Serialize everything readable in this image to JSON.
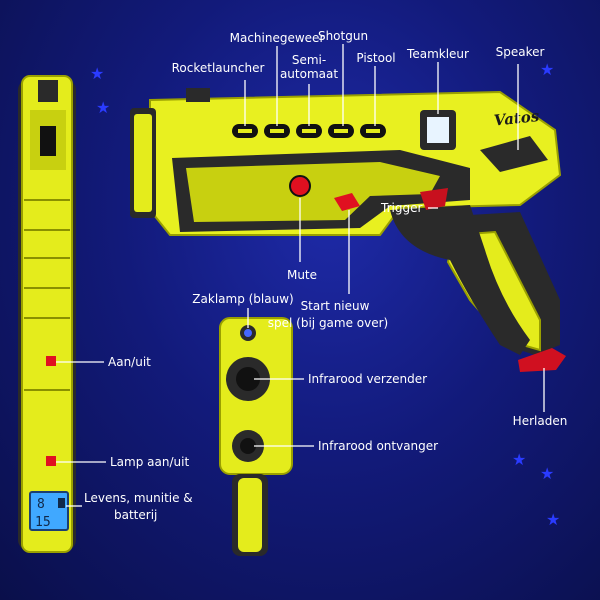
{
  "brand": "Vatos",
  "colors": {
    "body": "#e8f020",
    "body_dark": "#b8c000",
    "grip": "#2a2a2a",
    "accent_red": "#e01020",
    "background": "#121a7a",
    "led": "#e8f4ff",
    "lcd": "#40a8ff"
  },
  "lcd": {
    "top": "8",
    "bottom": "15"
  },
  "labels": {
    "rocketlauncher": "Rocketlauncher",
    "machinegeweer": "Machinegeweer",
    "semi_line1": "Semi-",
    "semi_line2": "automaat",
    "shotgun": "Shotgun",
    "pistool": "Pistool",
    "teamkleur": "Teamkleur",
    "speaker": "Speaker",
    "trigger": "Trigger",
    "mute": "Mute",
    "start_line1": "Start nieuw",
    "start_line2": "spel (bij game over)",
    "herladen": "Herladen",
    "zaklamp": "Zaklamp (blauw)",
    "ir_zender": "Infrarood verzender",
    "ir_ontvanger": "Infrarood ontvanger",
    "aan_uit": "Aan/uit",
    "lamp_aan_uit": "Lamp aan/uit",
    "levens_line1": "Levens, munitie &",
    "levens_line2": "batterij"
  }
}
